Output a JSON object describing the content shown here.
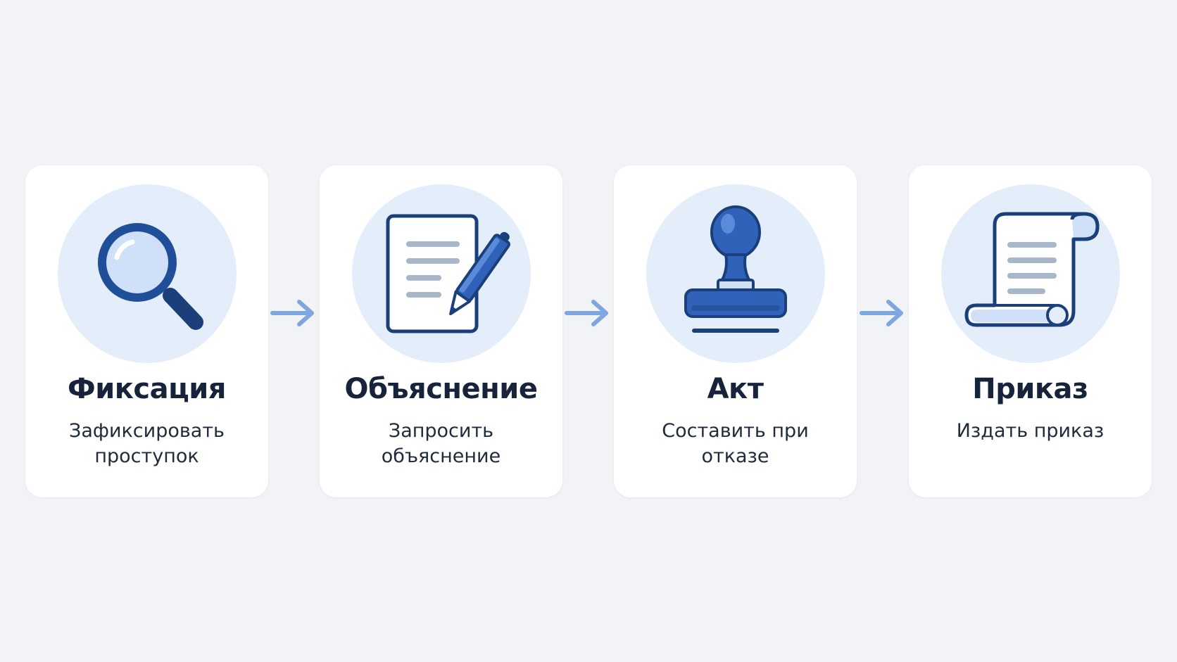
{
  "steps": [
    {
      "title": "Фиксация",
      "description": "Зафиксировать проступок",
      "icon": "magnifier-icon"
    },
    {
      "title": "Объяснение",
      "description": "Запросить объяснение",
      "icon": "document-pen-icon"
    },
    {
      "title": "Акт",
      "description": "Составить при отказе",
      "icon": "stamp-icon"
    },
    {
      "title": "Приказ",
      "description": "Издать приказ",
      "icon": "scroll-icon"
    }
  ],
  "colors": {
    "background": "#f1f3f6",
    "card": "#ffffff",
    "icon_circle": "#e4eefb",
    "primary_blue": "#2f62b8",
    "dark_blue": "#1a3f7a",
    "arrow": "#7ea7e0",
    "title_text": "#17233a"
  }
}
